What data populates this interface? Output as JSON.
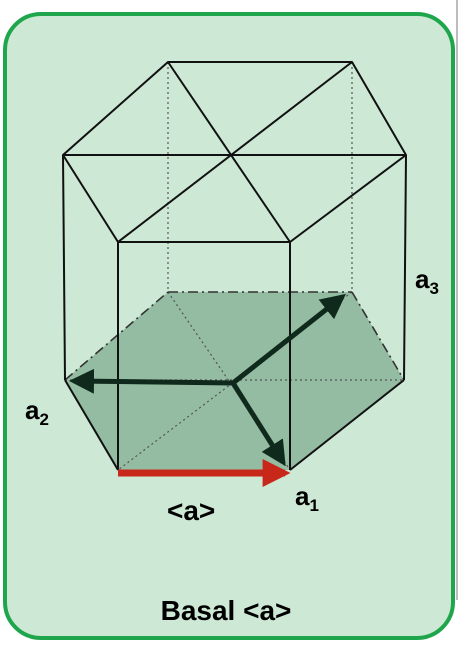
{
  "labels": {
    "a1": "a",
    "a1_sub": "1",
    "a2": "a",
    "a2_sub": "2",
    "a3": "a",
    "a3_sub": "3",
    "burgers_vector": "<a>"
  },
  "title": "Basal <a>",
  "colors": {
    "card_border": "#1fa64d",
    "card_fill": "#cde8d4",
    "basal_plane": "#7fae91",
    "burgers_arrow": "#c8281a",
    "axis_arrow": "#0f2a1c"
  }
}
